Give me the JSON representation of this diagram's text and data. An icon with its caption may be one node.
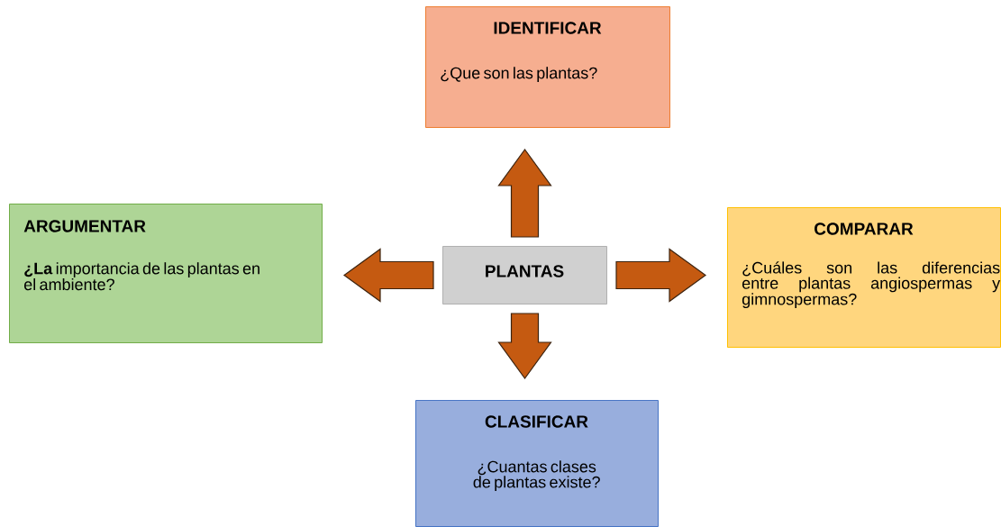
{
  "diagram": {
    "nodes": [
      {
        "text": [
          "IDENTIFICAR",
          "¿Que son las plantas?"
        ]
      },
      {
        "text": [
          "ARGUMENTAR",
          "**¿La** importancia de las plantas en el ambiente?"
        ]
      },
      {
        "text": [
          "PLANTAS"
        ]
      },
      {
        "text": [
          "COMPARAR",
          "¿Cuáles son las diferencias entre plantas angiospermas y gimnospermas?"
        ]
      },
      {
        "text": [
          "CLASIFICAR",
          "¿Cuantas clases de plantas existe?"
        ]
      }
    ],
    "edges": [
      {
        "from": 2,
        "to": 0,
        "arrow": "to"
      },
      {
        "from": 2,
        "to": 1,
        "arrow": "to"
      },
      {
        "from": 2,
        "to": 3,
        "arrow": "to"
      },
      {
        "from": 2,
        "to": 4,
        "arrow": "to"
      }
    ]
  }
}
